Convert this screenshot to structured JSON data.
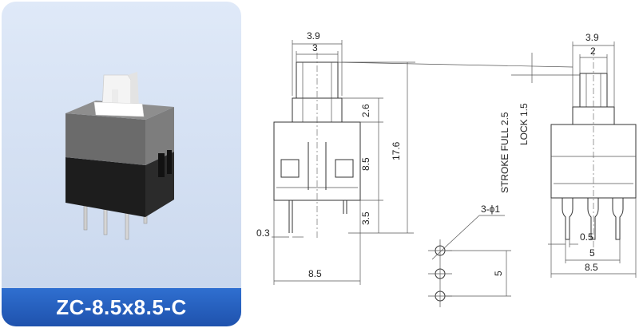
{
  "product": {
    "model": "ZC-8.5x8.5-C"
  },
  "front_view": {
    "top_width_outer": "3.9",
    "top_width_inner": "3",
    "stem_height": "2.6",
    "body_height": "8.5",
    "total_height": "17.6",
    "pin_length": "3.5",
    "pin_thickness": "0.3",
    "body_width": "8.5"
  },
  "side_view": {
    "top_width_outer": "3.9",
    "top_width_inner": "2",
    "stroke_label": "STROKE FULL 2.5",
    "lock_label": "LOCK 1.5",
    "pin_width": "0.5",
    "pin_pitch_total": "5",
    "body_width": "8.5"
  },
  "footprint": {
    "hole_label": "3-ϕ1",
    "span": "5"
  }
}
